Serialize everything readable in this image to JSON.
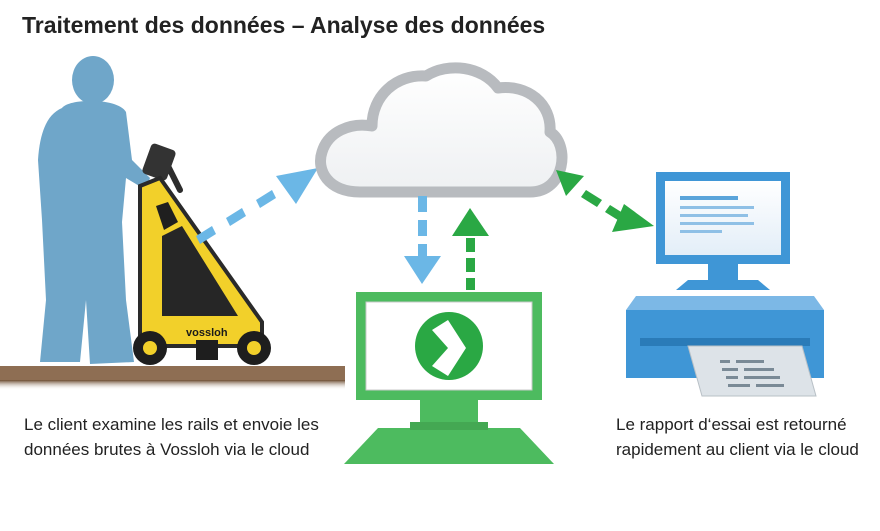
{
  "title": "Traitement des données – Analyse des données",
  "captions": {
    "left_line1": "Le client examine les rails et envoie les",
    "left_line2": "données brutes à Vossloh via le cloud",
    "right_line1": "Le rapport d‘essai est retourné",
    "right_line2": "rapidement au client via le cloud"
  },
  "device_brand": "vossloh",
  "icons": {
    "operator": "person-silhouette-icon",
    "trolley": "rail-inspection-trolley-icon",
    "cloud": "cloud-icon",
    "monitor": "computer-monitor-icon",
    "logo": "vossloh-logo-icon",
    "client_computer": "client-computer-icon",
    "printer": "printer-icon"
  },
  "colors": {
    "blue_arrow": "#6bb7e6",
    "green_arrow": "#2aa844",
    "silhouette": "#6fa6c9",
    "cloud_stroke": "#b8bbbf",
    "monitor_green": "#4dbb5f",
    "client_blue": "#3f96d6",
    "trolley_yellow": "#f2d02a"
  }
}
